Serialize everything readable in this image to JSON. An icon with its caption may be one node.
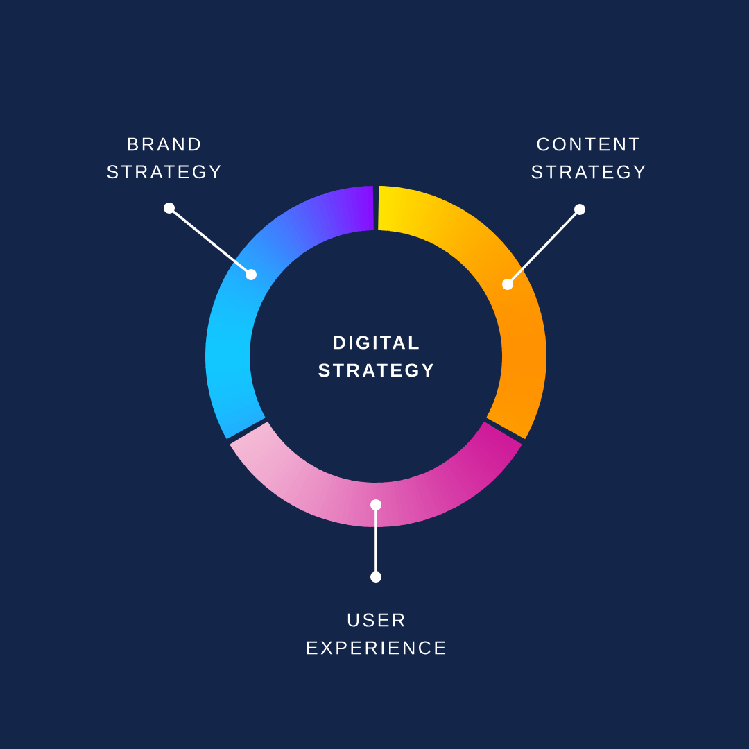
{
  "diagram": {
    "nodes": [
      {
        "text": [
          "BRAND STRATEGY"
        ]
      },
      {
        "text": [
          "CONTENT STRATEGY"
        ]
      },
      {
        "text": [],
        "shape": "arc"
      },
      {
        "text": [],
        "shape": "arc"
      },
      {
        "text": [
          "DIGITAL STRATEGY"
        ]
      },
      {
        "text": [],
        "shape": "arc"
      },
      {
        "text": [
          "USER EXPERIENCE"
        ]
      }
    ],
    "edges": [
      {
        "from": 0,
        "to": 2,
        "arrow": "other"
      },
      {
        "from": 1,
        "to": 3,
        "arrow": "other"
      },
      {
        "from": 6,
        "to": 5,
        "arrow": "other"
      }
    ]
  }
}
